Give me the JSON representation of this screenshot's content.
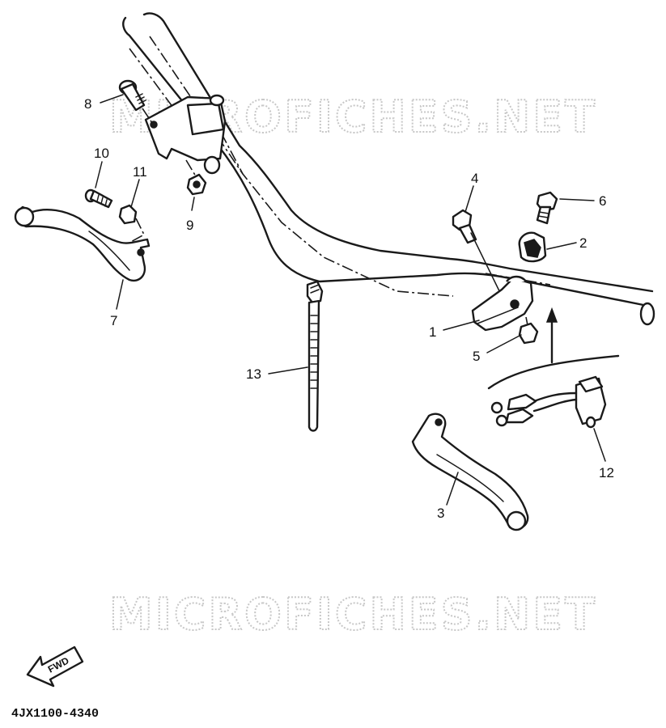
{
  "watermark": "MICROFICHES.NET",
  "diagram_code": "4JX1100-4340",
  "fwd_label": "FWD",
  "callouts": {
    "c1": "1",
    "c2": "2",
    "c3": "3",
    "c4": "4",
    "c5": "5",
    "c6": "6",
    "c7": "7",
    "c8": "8",
    "c9": "9",
    "c10": "10",
    "c11": "11",
    "c12": "12",
    "c13": "13"
  }
}
